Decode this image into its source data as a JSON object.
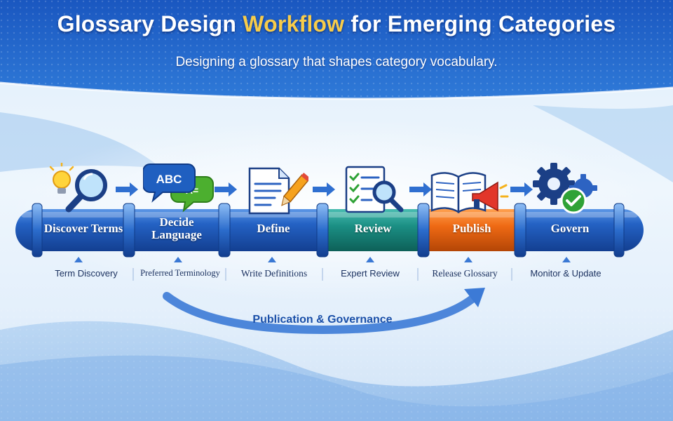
{
  "title": {
    "prefix": "Glossary Design ",
    "highlight": "Workflow",
    "suffix": " for Emerging Categories"
  },
  "subtitle": "Designing a glossary that shapes category vocabulary.",
  "icons": {
    "discover": "lightbulb-magnifier-icon",
    "decide": "speech-bubbles-icon",
    "decide_bubble_text": "ABC",
    "decide_bubble_small_text": "A=",
    "define": "document-pencil-icon",
    "review": "checklist-magnifier-icon",
    "publish": "book-megaphone-icon",
    "govern": "gears-check-icon"
  },
  "stages": [
    {
      "id": "discover",
      "label": "Discover Terms",
      "sub": "Term Discovery",
      "color": "#1f5fc0"
    },
    {
      "id": "decide",
      "label": "Decide Language",
      "sub": "Preferred Terminology",
      "color": "#1f5fc0"
    },
    {
      "id": "define",
      "label": "Define",
      "sub": "Write Definitions",
      "color": "#1f5fc0"
    },
    {
      "id": "review",
      "label": "Review",
      "sub": "Expert Review",
      "color": "#1b8f84"
    },
    {
      "id": "publish",
      "label": "Publish",
      "sub": "Release Glossary",
      "color": "#ef6a14"
    },
    {
      "id": "govern",
      "label": "Govern",
      "sub": "Monitor & Update",
      "color": "#1f5fc0"
    }
  ],
  "bottom_label": "Publication & Governance",
  "colors": {
    "header_blue": "#1f5fc0",
    "pipe_blue": "#1f5fc0",
    "review_teal": "#1b8f84",
    "publish_orange": "#ef6a14",
    "title_accent": "#f7cc4a"
  }
}
